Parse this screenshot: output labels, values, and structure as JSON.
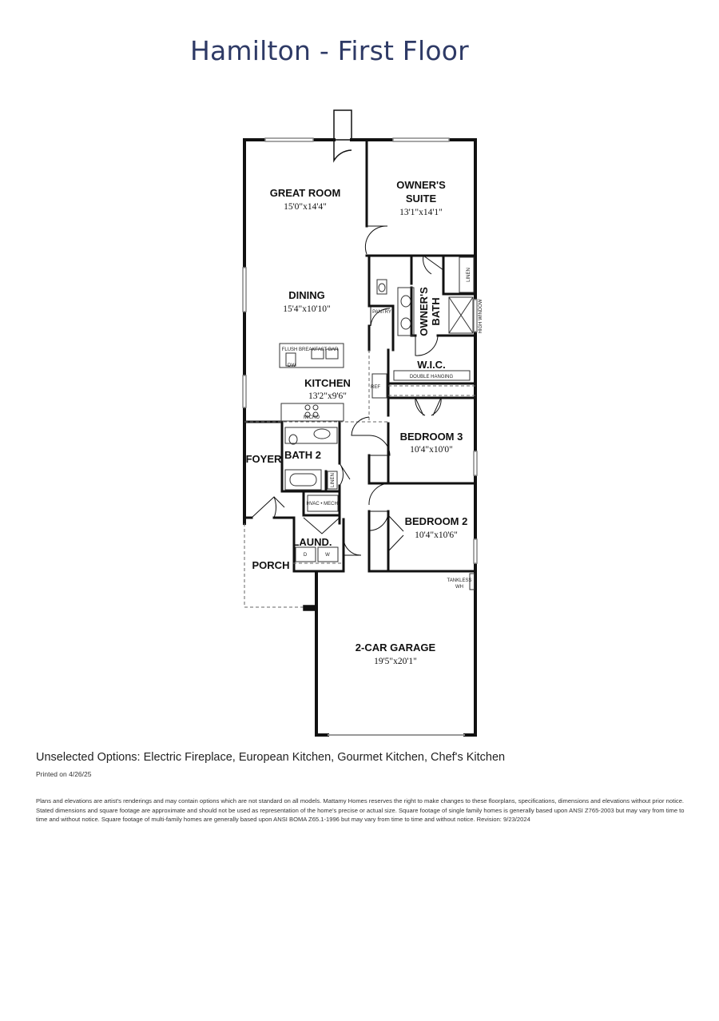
{
  "title": "Hamilton - First Floor",
  "rooms": {
    "great_room": {
      "name": "GREAT ROOM",
      "dims": "15'0\"x14'4\""
    },
    "owners_suite": {
      "name_line1": "OWNER'S",
      "name_line2": "SUITE",
      "dims": "13'1\"x14'1\""
    },
    "dining": {
      "name": "DINING",
      "dims": "15'4\"x10'10\""
    },
    "owners_bath": {
      "name_line1": "OWNER'S",
      "name_line2": "BATH"
    },
    "kitchen": {
      "name": "KITCHEN",
      "dims": "13'2\"x9'6\""
    },
    "wic": {
      "name": "W.I.C."
    },
    "bedroom3": {
      "name": "BEDROOM 3",
      "dims": "10'4\"x10'0\""
    },
    "foyer": {
      "name": "FOYER"
    },
    "bath2": {
      "name": "BATH 2"
    },
    "bedroom2": {
      "name": "BEDROOM 2",
      "dims": "10'4\"x10'6\""
    },
    "laundry": {
      "name": "LAUND."
    },
    "porch": {
      "name": "PORCH"
    },
    "garage": {
      "name": "2-CAR GARAGE",
      "dims": "19'5\"x20'1\""
    }
  },
  "labels": {
    "flush_breakfast_bar": "FLUSH BREAKFAST BAR",
    "dw": "DW",
    "micro": "MICRO",
    "pantry": "PANTRY",
    "ref": "REF",
    "linen": "LINEN",
    "high_window": "HIGH WINDOW",
    "double_hanging": "DOUBLE HANGING",
    "hvac_mech": "HVAC • MECH.",
    "d": "D",
    "w": "W",
    "tankless_line1": "TANKLESS",
    "tankless_line2": "WH"
  },
  "footer": {
    "options": "Unselected Options: Electric Fireplace, European Kitchen, Gourmet Kitchen, Chef's Kitchen",
    "printed": "Printed on 4/26/25",
    "disclaimer": "Plans and elevations are artist's renderings and may contain options which are not standard on all models. Mattamy Homes reserves the right to make changes to these floorplans, specifications, dimensions and elevations without prior notice. Stated dimensions and square footage are approximate and should not be used as representation of the home's precise or actual size. Square footage of single family homes is generally based upon ANSI Z765-2003 but may vary from time to time and without notice. Square footage of multi-family homes are generally based upon ANSI BOMA Z65.1-1996 but may vary from time to time and without notice. Revision: 9/23/2024"
  }
}
